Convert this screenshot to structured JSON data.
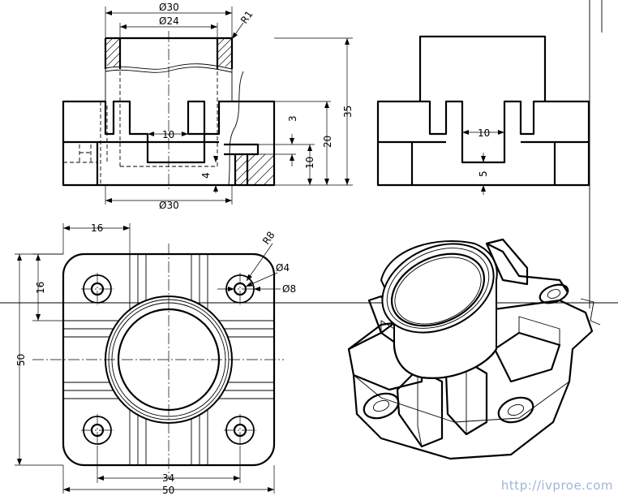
{
  "dimensions": {
    "d30_top": "Ø30",
    "d24": "Ø24",
    "r1": "R1",
    "d30_bottom": "Ø30",
    "w10_front": "10",
    "h4": "4",
    "h3": "3",
    "h10": "10",
    "h20": "20",
    "h35": "35",
    "w10_side": "10",
    "h5": "5",
    "w16": "16",
    "h16": "16",
    "r8": "R8",
    "d4": "Ø4",
    "d8": "Ø8",
    "h50": "50",
    "w34": "34",
    "w50": "50"
  },
  "watermark": "http://ivproe.com"
}
